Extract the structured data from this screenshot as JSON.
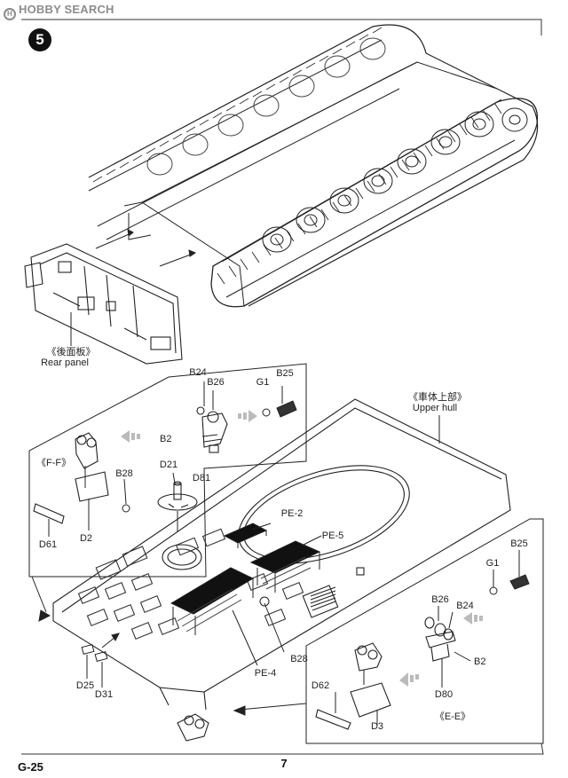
{
  "watermark": {
    "brand": "HOBBY",
    "site": "SEARCH"
  },
  "step_number": "5",
  "rear_panel": {
    "jp": "《後面板》",
    "en": "Rear panel"
  },
  "upper_hull": {
    "jp": "《車体上部》",
    "en": "Upper hull"
  },
  "view_ff": "《F-F》",
  "view_ee": "《E-E》",
  "parts": {
    "b24_top": "B24",
    "b26_top": "B26",
    "g1_top": "G1",
    "b25_top": "B25",
    "b2_top": "B2",
    "d81": "D81",
    "b28_left": "B28",
    "d21": "D21",
    "d61": "D61",
    "d2": "D2",
    "pe2": "PE-2",
    "pe5": "PE-5",
    "pe4": "PE-4",
    "b28_mid": "B28",
    "d25": "D25",
    "d31": "D31",
    "b25_right": "B25",
    "g1_right": "G1",
    "b26_right": "B26",
    "b24_right": "B24",
    "b2_right": "B2",
    "d80": "D80",
    "d62": "D62",
    "d3": "D3"
  },
  "footer": {
    "code": "G-25",
    "page": "7"
  }
}
